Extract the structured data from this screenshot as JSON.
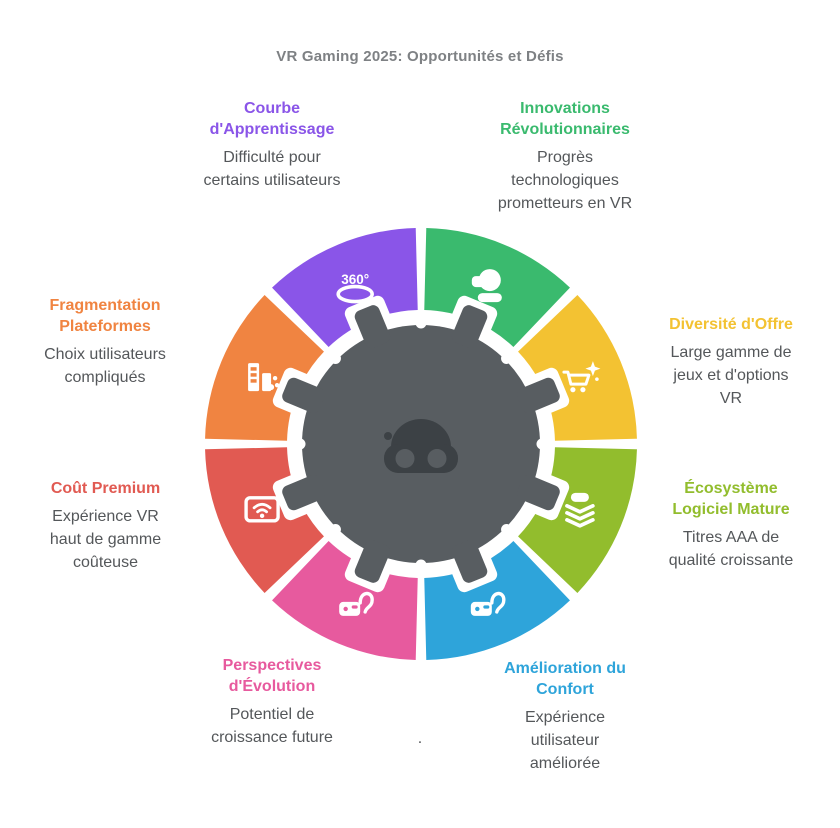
{
  "title": "VR Gaming 2025: Opportunités et Défis",
  "stray_dot": ".",
  "colors": {
    "background": "#ffffff",
    "title_text": "#7e8184",
    "body_text": "#54575a",
    "center_circle": "#585d61",
    "center_icon": "#3c4145",
    "gap": "#ffffff"
  },
  "center_icon": "vr-goggles-face-icon",
  "segments": [
    {
      "id": "innovations",
      "heading": "Innovations Révolutionnaires",
      "body": "Progrès technologiques prometteurs en VR",
      "color": "#3aba6e",
      "icon": "vr-user-icon"
    },
    {
      "id": "diversite",
      "heading": "Diversité d'Offre",
      "body": "Large gamme de jeux et d'options VR",
      "color": "#f3c232",
      "icon": "cart-star-icon"
    },
    {
      "id": "ecosysteme",
      "heading": "Écosystème Logiciel Mature",
      "body": "Titres AAA de qualité croissante",
      "color": "#92bd2d",
      "icon": "layers-headset-icon"
    },
    {
      "id": "confort",
      "heading": "Amélioration du Confort",
      "body": "Expérience utilisateur améliorée",
      "color": "#2ea4da",
      "icon": "controller-strap-icon"
    },
    {
      "id": "perspectives",
      "heading": "Perspectives d'Évolution",
      "body": "Potentiel de croissance future",
      "color": "#e75a9e",
      "icon": "controller-strap-icon"
    },
    {
      "id": "cout",
      "heading": "Coût Premium",
      "body": "Expérience VR haut de gamme coûteuse",
      "color": "#e15a52",
      "icon": "screen-wifi-icon"
    },
    {
      "id": "fragmentation",
      "heading": "Fragmentation Plateformes",
      "body": "Choix utilisateurs compliqués",
      "color": "#f08441",
      "icon": "city-blocks-icon"
    },
    {
      "id": "courbe",
      "heading": "Courbe d'Apprentissage",
      "body": "Difficulté pour certains utilisateurs",
      "color": "#8a55e8",
      "icon": "rotation-360-icon"
    }
  ]
}
